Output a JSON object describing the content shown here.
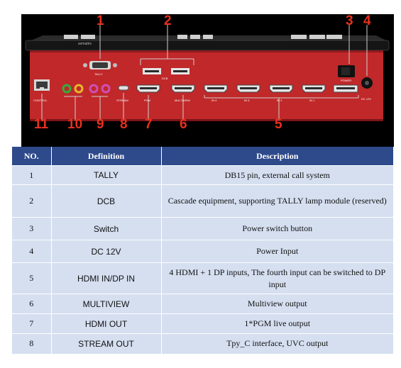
{
  "photo": {
    "brand_text": "avmatrix",
    "panel_labels": {
      "tally": "TALLY",
      "dcb": "DCB",
      "power": "POWER",
      "dc": "DC 12V",
      "control": "CONTROL",
      "stream": "STREAM",
      "pgm": "PGM",
      "multiview": "MULTIVIEW",
      "in4": "IN 4",
      "in3": "IN 3",
      "in2": "IN 2",
      "in1": "IN 1"
    },
    "callouts": {
      "n1": "1",
      "n2": "2",
      "n3": "3",
      "n4": "4",
      "n5": "5",
      "n6": "6",
      "n7": "7",
      "n8": "8",
      "n9": "9",
      "n10": "10",
      "n11": "11"
    }
  },
  "table": {
    "headers": {
      "no": "NO.",
      "definition": "Definition",
      "description": "Description"
    },
    "rows": [
      {
        "no": "1",
        "definition": "TALLY",
        "description": "DB15 pin, external call system"
      },
      {
        "no": "2",
        "definition": "DCB",
        "description": "Cascade equipment, supporting TALLY lamp module (reserved)"
      },
      {
        "no": "3",
        "definition": "Switch",
        "description": "Power switch button"
      },
      {
        "no": "4",
        "definition": "DC 12V",
        "description": "Power Input"
      },
      {
        "no": "5",
        "definition": "HDMI IN/DP IN",
        "description": "4 HDMI + 1 DP inputs, The fourth input can be switched to DP input"
      },
      {
        "no": "6",
        "definition": "MULTIVIEW",
        "description": "Multiview output"
      },
      {
        "no": "7",
        "definition": "HDMI OUT",
        "description": "1*PGM live output"
      },
      {
        "no": "8",
        "definition": "STREAM OUT",
        "description": "Tpy_C interface, UVC output"
      }
    ]
  }
}
